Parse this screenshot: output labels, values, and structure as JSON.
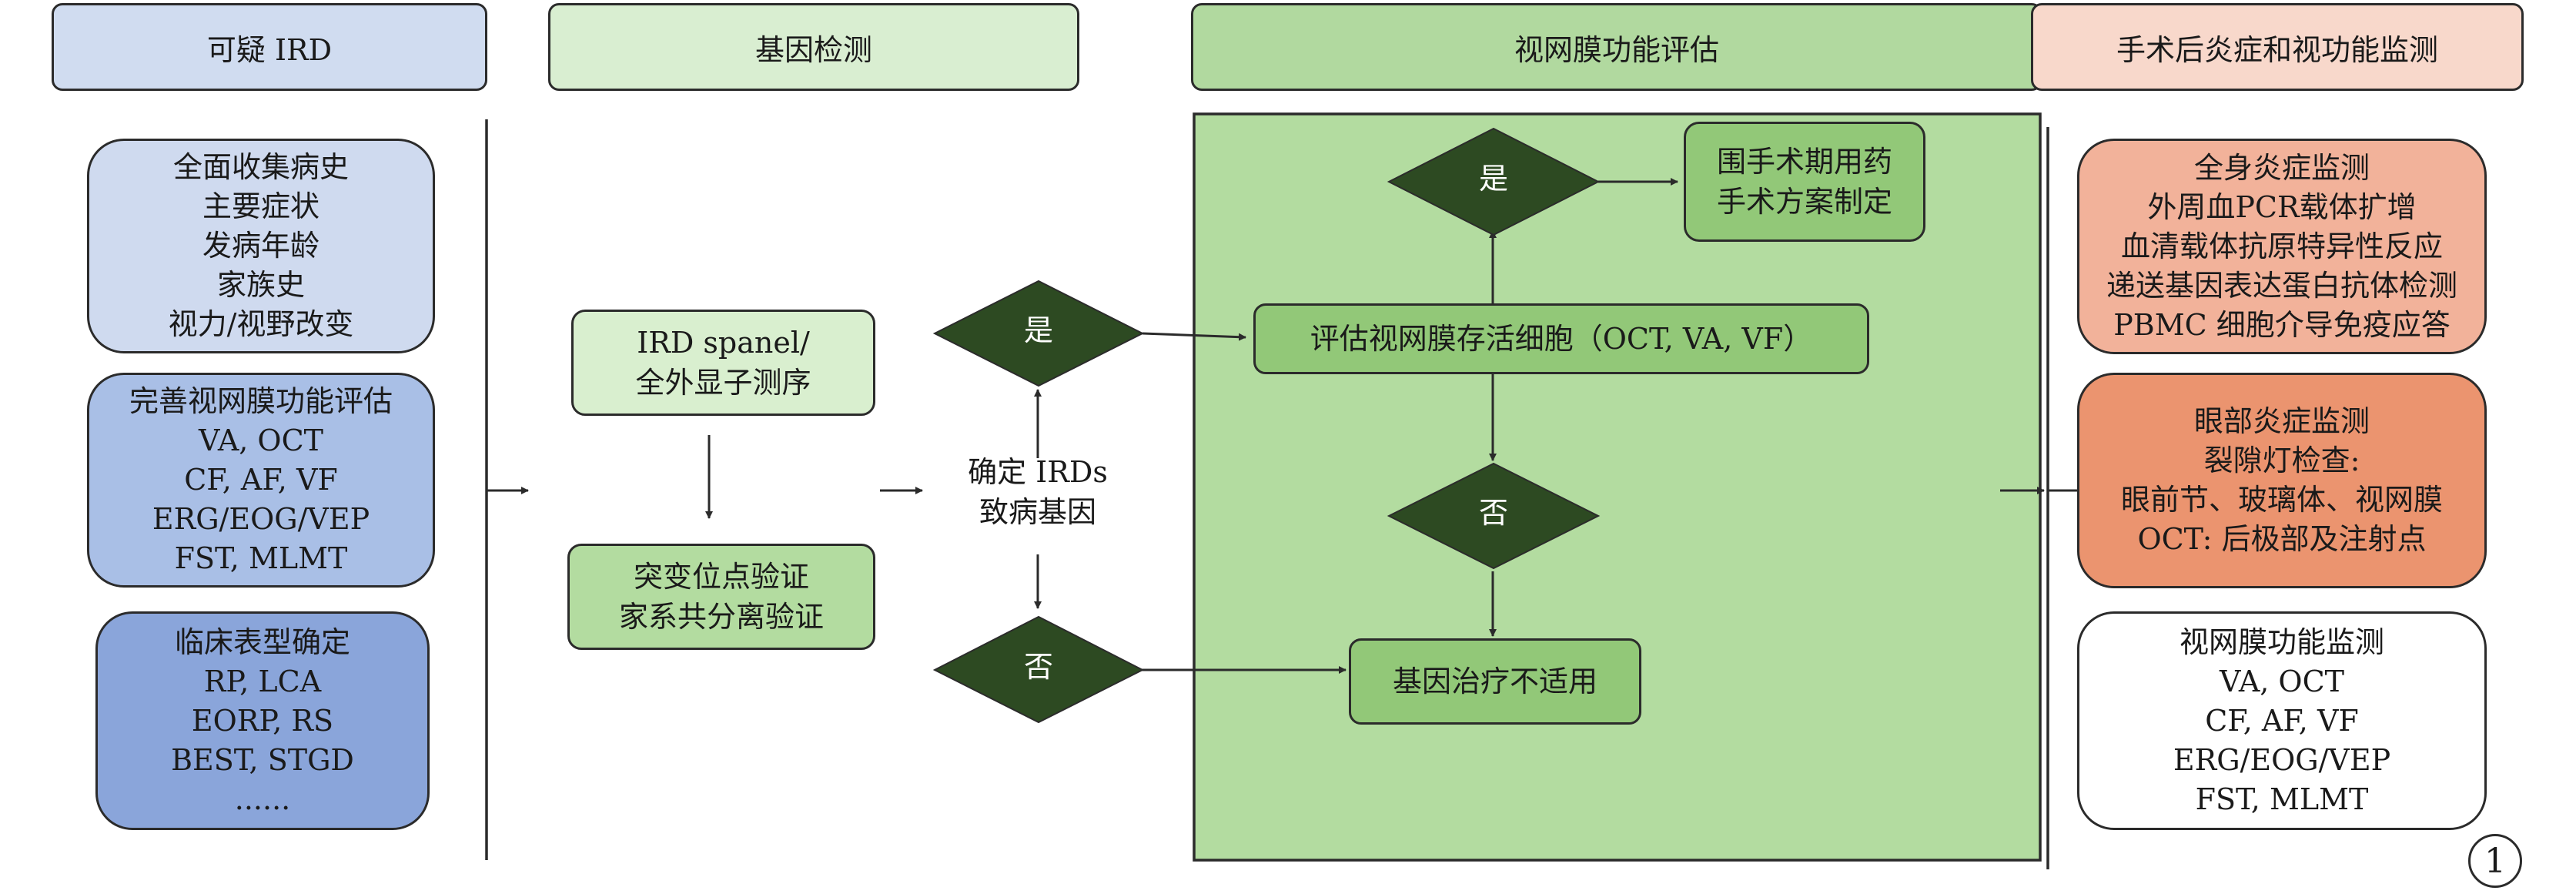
{
  "columns": {
    "suspected_ird": {
      "header": "可疑 IRD",
      "history_box": [
        "全面收集病史",
        "主要症状",
        "发病年龄",
        "家族史",
        "视力/视野改变"
      ],
      "function_box": [
        "完善视网膜功能评估",
        "VA, OCT",
        "CF, AF, VF",
        "ERG/EOG/VEP",
        "FST, MLMT"
      ],
      "phenotype_box": [
        "临床表型确定",
        "RP, LCA",
        "EORP, RS",
        "BEST, STGD",
        "......"
      ]
    },
    "gene_testing": {
      "header": "基因检测",
      "sequencing_box": [
        "IRD spanel/",
        "全外显子测序"
      ],
      "verification_box": [
        "突变位点验证",
        "家系共分离验证"
      ],
      "confirm_label": [
        "确定 IRDs",
        "致病基因"
      ],
      "yes_label": "是",
      "no_label": "否"
    },
    "retina_assessment": {
      "header": "视网膜功能评估",
      "evaluate_box": "评估视网膜存活细胞（OCT, VA, VF）",
      "yes_label": "是",
      "no_label": "否",
      "surgery_box": [
        "围手术期用药",
        "手术方案制定"
      ],
      "not_applicable_box": "基因治疗不适用"
    },
    "monitoring": {
      "header": "手术后炎症和视功能监测",
      "systemic_box": [
        "全身炎症监测",
        "外周血PCR载体扩增",
        "血清载体抗原特异性反应",
        "递送基因表达蛋白抗体检测",
        "PBMC 细胞介导免疫应答"
      ],
      "ocular_box": [
        "眼部炎症监测",
        "裂隙灯检查:",
        "眼前节、玻璃体、视网膜",
        "OCT: 后极部及注射点"
      ],
      "retina_box": [
        "视网膜功能监测",
        "VA, OCT",
        "CF, AF, VF",
        "ERG/EOG/VEP",
        "FST, MLMT"
      ]
    }
  },
  "figure_number": "1",
  "colors": {
    "header_blue": "#d0dcf0",
    "box_blue_light": "#cfdaef",
    "box_blue_mid": "#a9bfe6",
    "box_blue_dark": "#8aa5da",
    "header_green_light": "#d9eed1",
    "box_green_light": "#d9efcf",
    "box_green_mid": "#b3dca0",
    "header_green_mid": "#b1d99f",
    "panel_green": "#b3dca0",
    "box_green_dark": "#92c878",
    "diamond_dark": "#2d4a22",
    "header_pink": "#f8d8cb",
    "box_salmon_light": "#f2b29a",
    "box_salmon_dark": "#eb946f",
    "box_white": "#ffffff"
  }
}
